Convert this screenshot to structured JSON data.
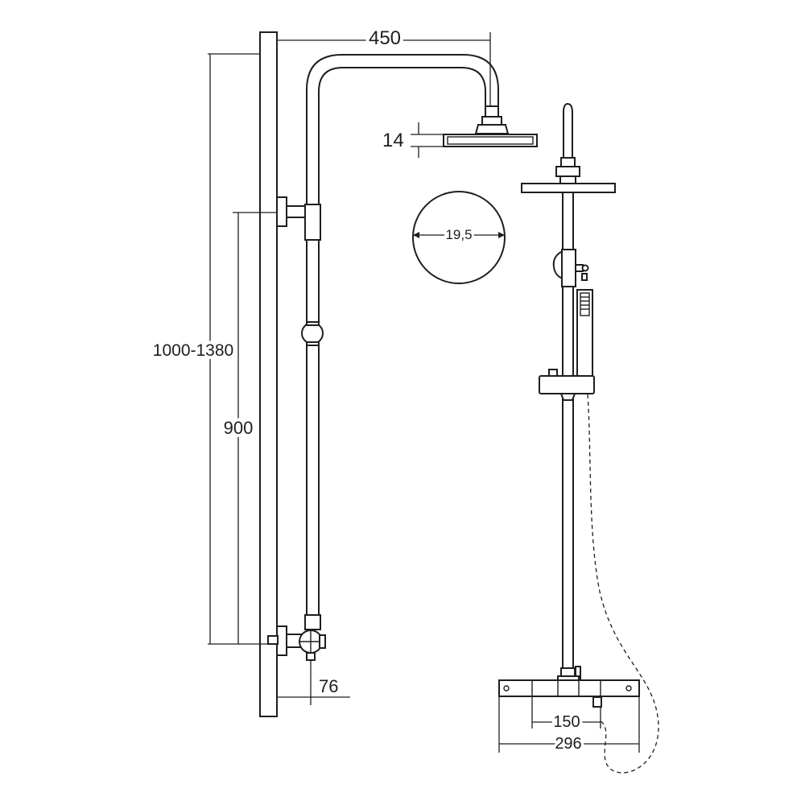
{
  "dimensions": {
    "arm_reach": "450",
    "head_thickness": "14",
    "head_diameter": "19,5",
    "total_height": "1000-1380",
    "rail_height": "900",
    "inlet_offset": "76",
    "inlet_centers": "150",
    "mixer_width": "296"
  },
  "colors": {
    "line": "#1e1e1e",
    "background": "#ffffff"
  }
}
